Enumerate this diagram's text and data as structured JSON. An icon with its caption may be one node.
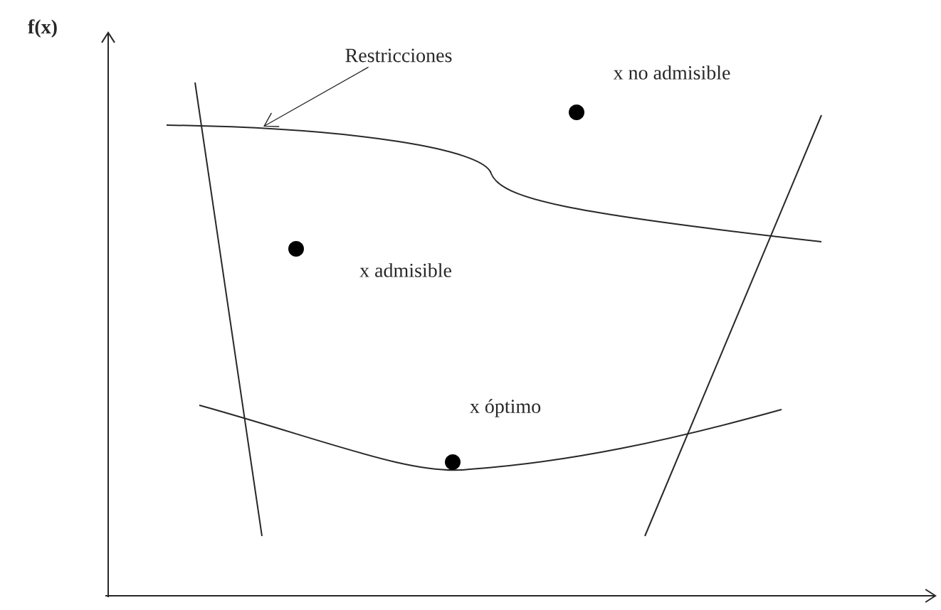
{
  "diagram": {
    "nodes": [
      {
        "text": [
          "Restricciones"
        ]
      },
      {
        "text": [],
        "shape": "curve"
      }
    ],
    "edges": [
      {
        "from": 0,
        "to": 1,
        "arrow": "to"
      }
    ],
    "labels": [
      "f(x)",
      "x no admisible",
      "x admisible",
      "x óptimo"
    ]
  }
}
